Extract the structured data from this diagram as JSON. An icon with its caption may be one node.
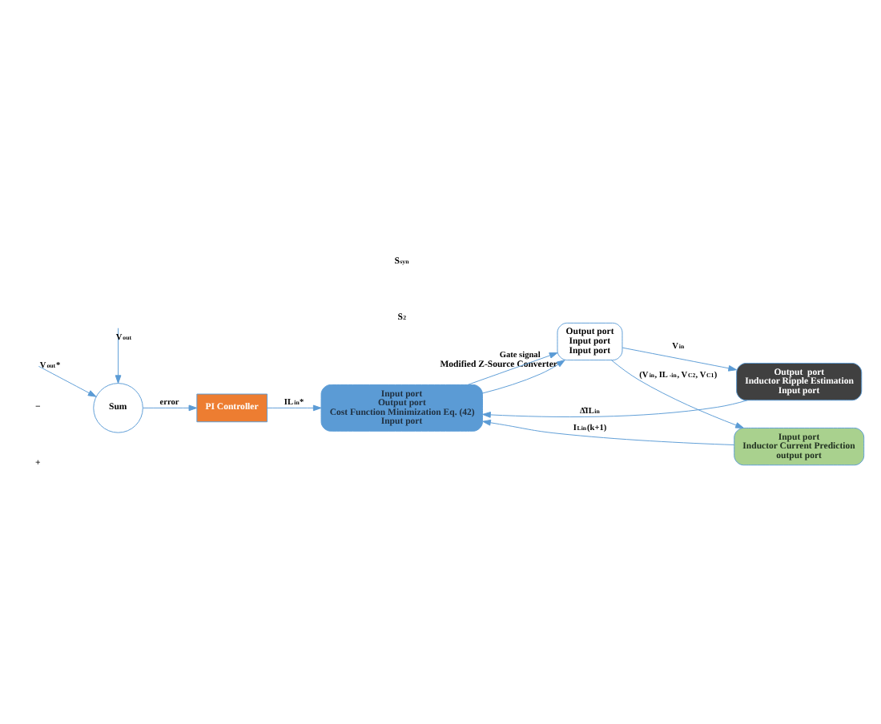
{
  "diagram": {
    "nodes": [
      {
        "text": [
          "Sum"
        ]
      },
      {
        "text": [
          "PI Controller"
        ]
      },
      {
        "text": [
          "Input port",
          "Output port",
          "Cost Function Minimization Eq. (42)",
          "Input port"
        ]
      },
      {
        "text": [
          "Input port",
          "Inductor Current Prediction",
          "output port"
        ]
      },
      {
        "text": [
          "Output port",
          "Input port",
          "Input port"
        ],
        "beside": [
          "Modified Z-Source Converter"
        ]
      },
      {
        "text": [
          "Output  port",
          "Inductor Ripple Estimation",
          "Input port"
        ]
      }
    ],
    "edges": [
      {
        "from": null,
        "to": 0,
        "arrow": "to",
        "label": "V$_{out}$*"
      },
      {
        "from": null,
        "to": 0,
        "arrow": "to",
        "label": "V$_{out}$"
      },
      {
        "from": 0,
        "to": 1,
        "arrow": "to",
        "label": "error"
      },
      {
        "from": 1,
        "to": 2,
        "arrow": "to",
        "label": "IL$_{in}$*"
      },
      {
        "from": 3,
        "to": 2,
        "arrow": "to",
        "label": "I$_{Lin}$(k+1)"
      },
      {
        "from": 2,
        "to": 4,
        "arrow": "to",
        "label": "Gate signal"
      },
      {
        "from": 2,
        "to": 4,
        "arrow": "to"
      },
      {
        "from": 4,
        "to": 3,
        "arrow": "to",
        "label": "(V$_{in}$, IL$_{-in}$, V$_{C2}$, V$_{C1}$)"
      },
      {
        "from": 4,
        "to": 5,
        "arrow": "to",
        "label": "V$_{in}$"
      },
      {
        "from": 5,
        "to": 2,
        "arrow": "to",
        "label": "Δ̂IL$_{in}$"
      }
    ],
    "labels": [
      "S$_{syn}$",
      "S$_{2}$",
      "−",
      "+"
    ]
  }
}
